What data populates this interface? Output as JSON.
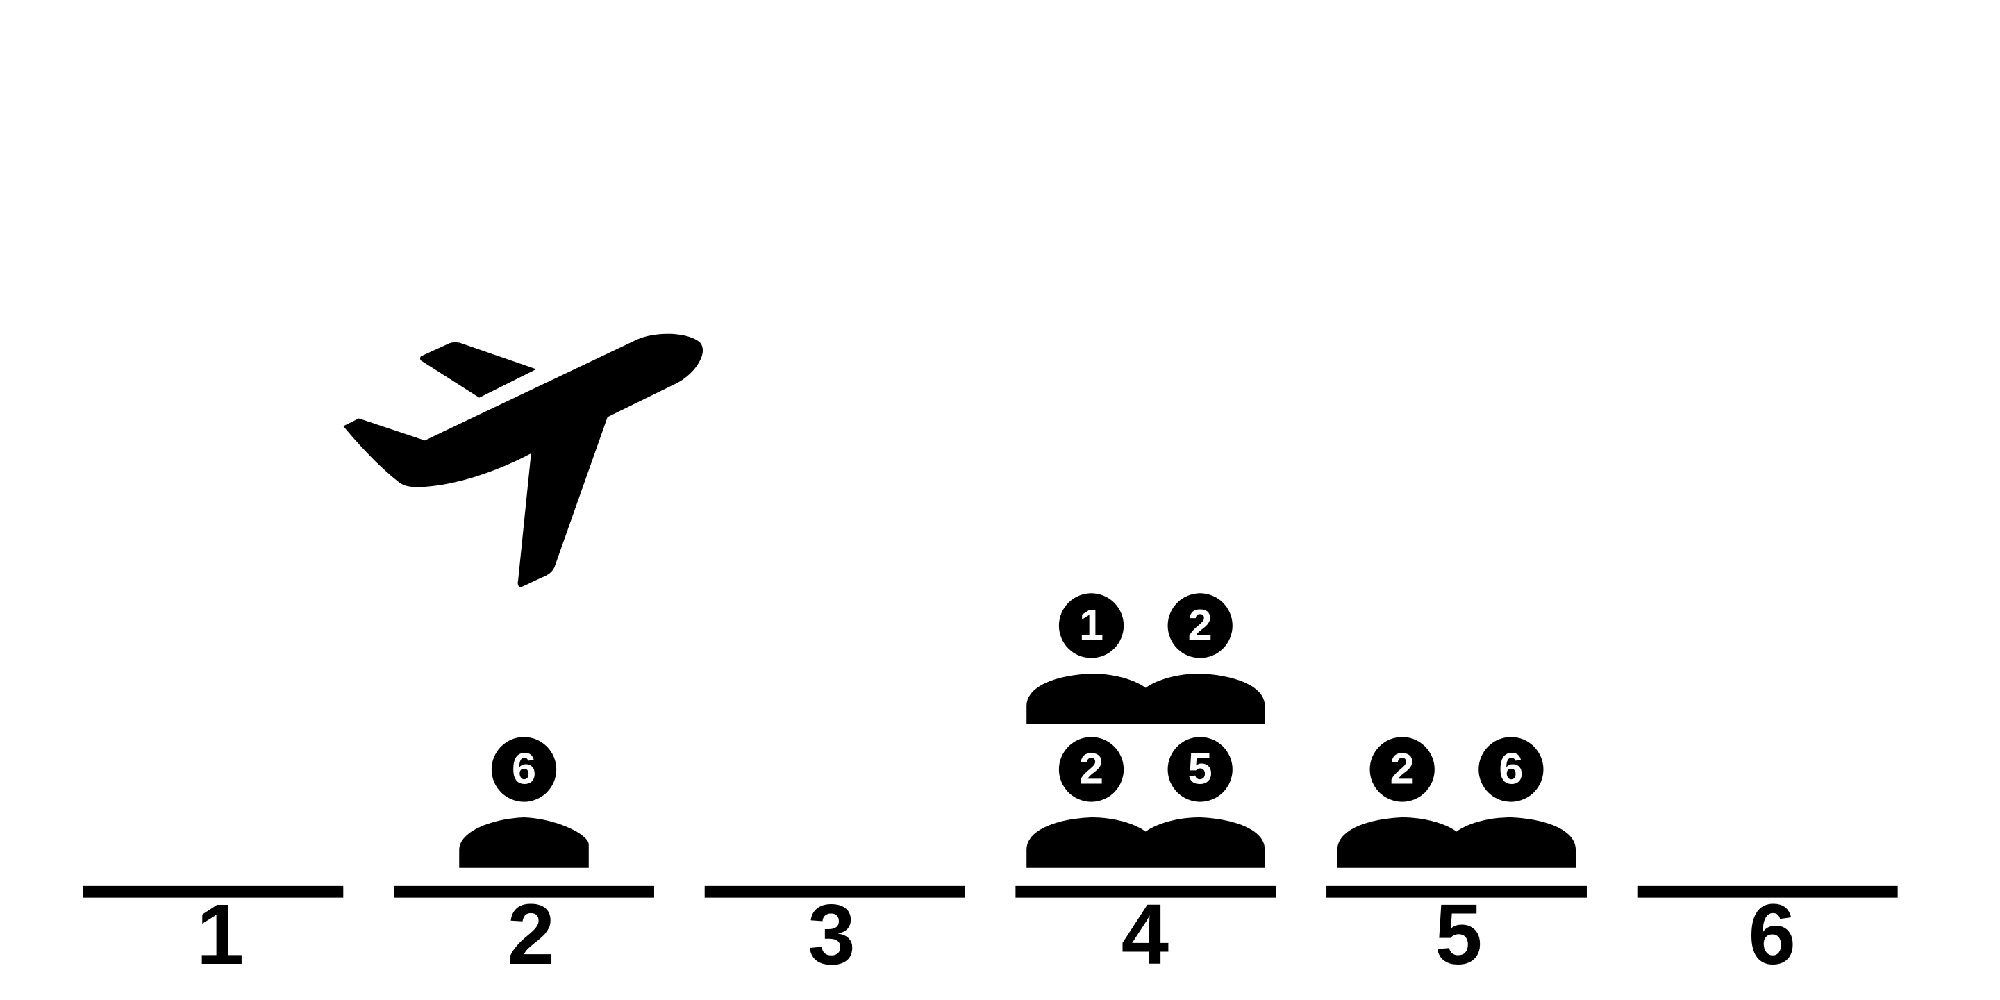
{
  "scene": {
    "icon": "airplane-takeoff-icon",
    "colors": {
      "background": "#ffffff",
      "ink": "#000000",
      "badge_text": "#ffffff"
    }
  },
  "slots": [
    {
      "label": "1",
      "rows": []
    },
    {
      "label": "2",
      "rows": [
        [
          "6"
        ]
      ]
    },
    {
      "label": "3",
      "rows": []
    },
    {
      "label": "4",
      "rows": [
        [
          "2",
          "5"
        ],
        [
          "1",
          "2"
        ]
      ]
    },
    {
      "label": "5",
      "rows": [
        [
          "2",
          "6"
        ]
      ]
    },
    {
      "label": "6",
      "rows": []
    }
  ]
}
